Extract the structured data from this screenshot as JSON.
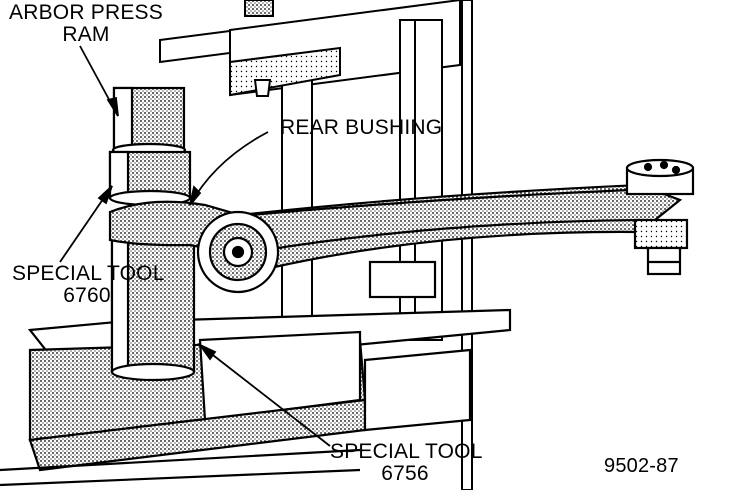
{
  "labels": {
    "ram_line1": "ARBOR PRESS",
    "ram_line2": "RAM",
    "rear_bushing": "REAR BUSHING",
    "tool_6760_line1": "SPECIAL TOOL",
    "tool_6760_line2": "6760",
    "tool_6756_line1": "SPECIAL TOOL",
    "tool_6756_line2": "6756",
    "figure_number": "9502-87"
  },
  "colors": {
    "ink": "#000000",
    "paper": "#ffffff",
    "shade": "#b8b8b8"
  }
}
